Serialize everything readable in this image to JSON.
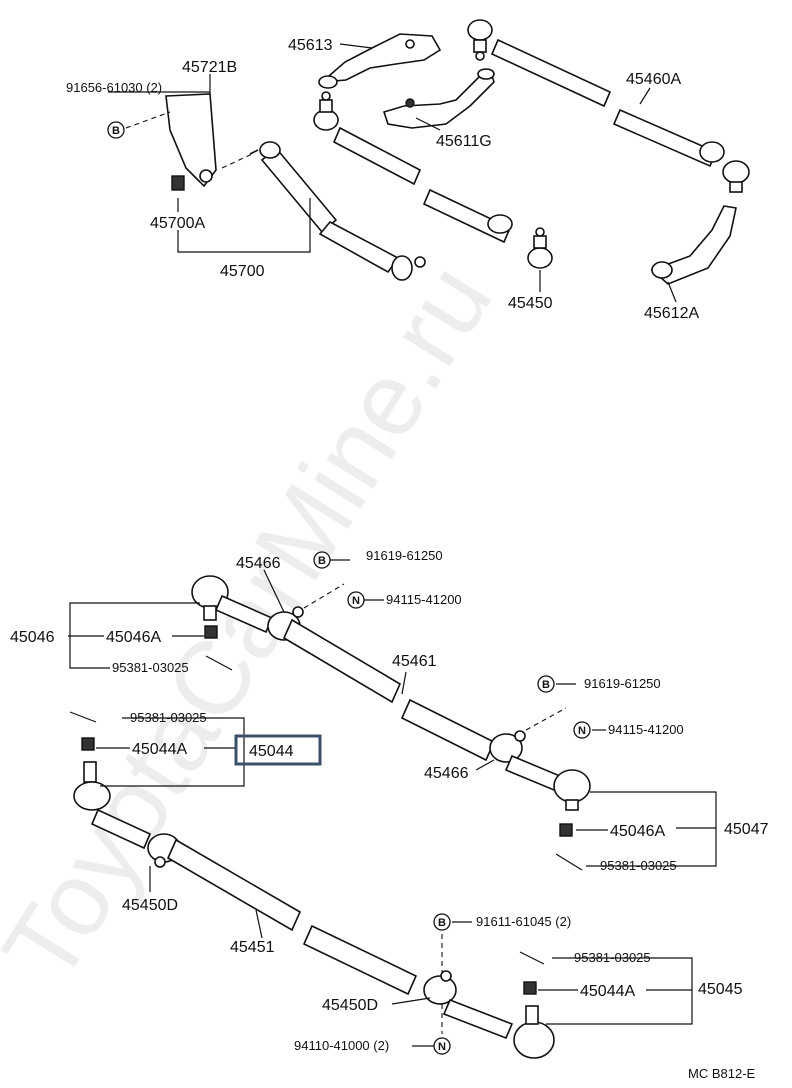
{
  "watermark": "ToyotaCarMine.ru",
  "diagram_code": "MC  B812-E",
  "highlighted_part": "45044",
  "symbols": {
    "bolt": "B",
    "nut": "N"
  },
  "upper_labels": {
    "p45613": "45613",
    "p45721B": "45721B",
    "p91656": "91656-61030 (2)",
    "p45460A": "45460A",
    "p45611G": "45611G",
    "p45700A": "45700A",
    "p45700": "45700",
    "p45450": "45450",
    "p45612A": "45612A"
  },
  "lower_labels": {
    "p45466_top": "45466",
    "p91619_top": "91619-61250",
    "p94115_top": "94115-41200",
    "p45046": "45046",
    "p45046A_top": "45046A",
    "p95381_a": "95381-03025",
    "p45461": "45461",
    "p91619_mid": "91619-61250",
    "p95381_b": "95381-03025",
    "p94115_mid": "94115-41200",
    "p45044A_left": "45044A",
    "p45044": "45044",
    "p45466_mid": "45466",
    "p45046A_right": "45046A",
    "p45047": "45047",
    "p95381_c": "95381-03025",
    "p45450D_left": "45450D",
    "p45451": "45451",
    "p91611": "91611-61045 (2)",
    "p95381_d": "95381-03025",
    "p45044A_right": "45044A",
    "p45045": "45045",
    "p45450D_right": "45450D",
    "p94110": "94110-41000 (2)"
  }
}
